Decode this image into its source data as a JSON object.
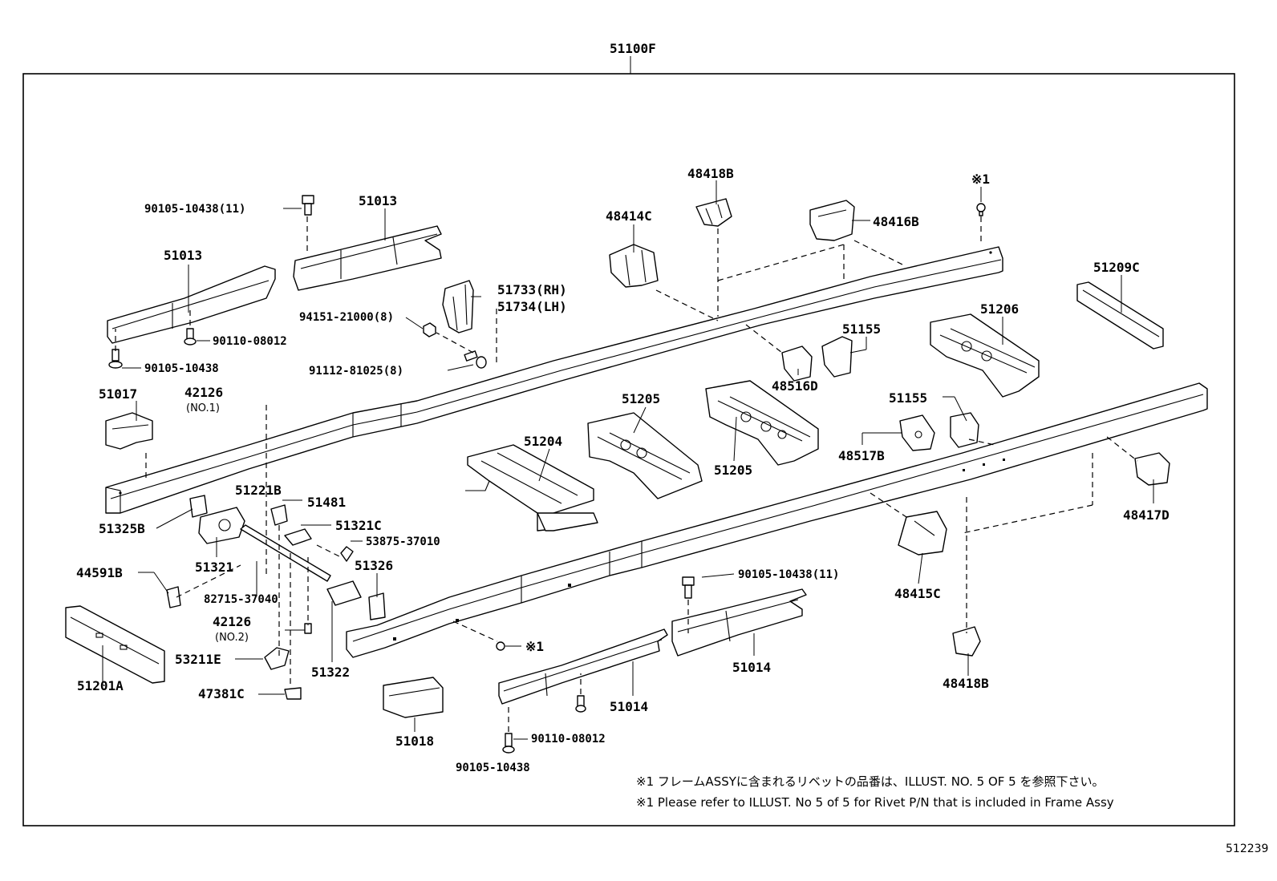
{
  "assembly": "51100F",
  "code": "512239",
  "notes": {
    "jp": "※1 フレームASSYに含まれるリベットの品番は、ILLUST. NO. 5 OF 5 を参照下さい。",
    "en": "※1 Please refer to ILLUST. No 5 of 5 for Rivet P/N that is included in Frame Assy"
  },
  "labels": {
    "p51013a": "51013",
    "p51013b": "51013",
    "p90105_11a": "90105-10438(11)",
    "p90110a": "90110-08012",
    "p90105a": "90105-10438",
    "p51733": "51733(RH)",
    "p51734": "51734(LH)",
    "p94151": "94151-21000(8)",
    "p91112": "91112-81025(8)",
    "p48414C": "48414C",
    "p48418Ba": "48418B",
    "p48416B": "48416B",
    "rivet1": "※1",
    "p51209C": "51209C",
    "p51206": "51206",
    "p51155a": "51155",
    "p48516D": "48516D",
    "p51155b": "51155",
    "p48517B": "48517B",
    "p48417D": "48417D",
    "p51017": "51017",
    "p42126a": "42126",
    "p42126a_no": "(NO.1)",
    "p51205a": "51205",
    "p51205b": "51205",
    "p51204": "51204",
    "p51221B": "51221B",
    "p51481": "51481",
    "p51325B": "51325B",
    "p51321C": "51321C",
    "p53875": "53875-37010",
    "p51321": "51321",
    "p82715": "82715-37040",
    "p44591B": "44591B",
    "p51326": "51326",
    "p42126b": "42126",
    "p42126b_no": "(NO.2)",
    "p53211E": "53211E",
    "p47381C": "47381C",
    "p51322": "51322",
    "p51201A": "51201A",
    "p51018": "51018",
    "p90105_11b": "90105-10438(11)",
    "p48415C": "48415C",
    "p51014a": "51014",
    "p51014b": "51014",
    "p90110b": "90110-08012",
    "p90105b": "90105-10438",
    "p48418Bb": "48418B",
    "rivet2": "※1"
  }
}
